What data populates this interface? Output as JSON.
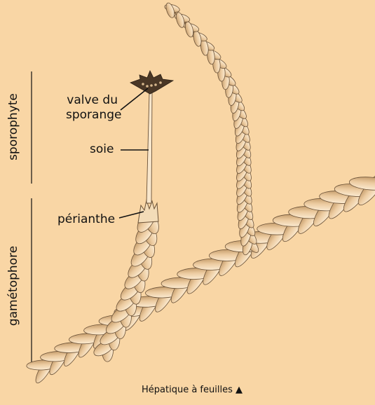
{
  "labels": {
    "valve": [
      "valve du",
      "sporange"
    ],
    "soie": "soie",
    "perianthe": "périanthe"
  },
  "sections": {
    "sporophyte": "sporophyte",
    "gametophore": "gamétophore"
  },
  "caption": {
    "text": "Hépatique à feuilles",
    "icon": "triangle-up-icon",
    "glyph": "▲"
  },
  "colors": {
    "background": "#f9d6a5",
    "leaf_light": "#f8e4c6",
    "leaf_shadow": "#cfa777",
    "outline": "#6b5238",
    "line": "#111111"
  }
}
